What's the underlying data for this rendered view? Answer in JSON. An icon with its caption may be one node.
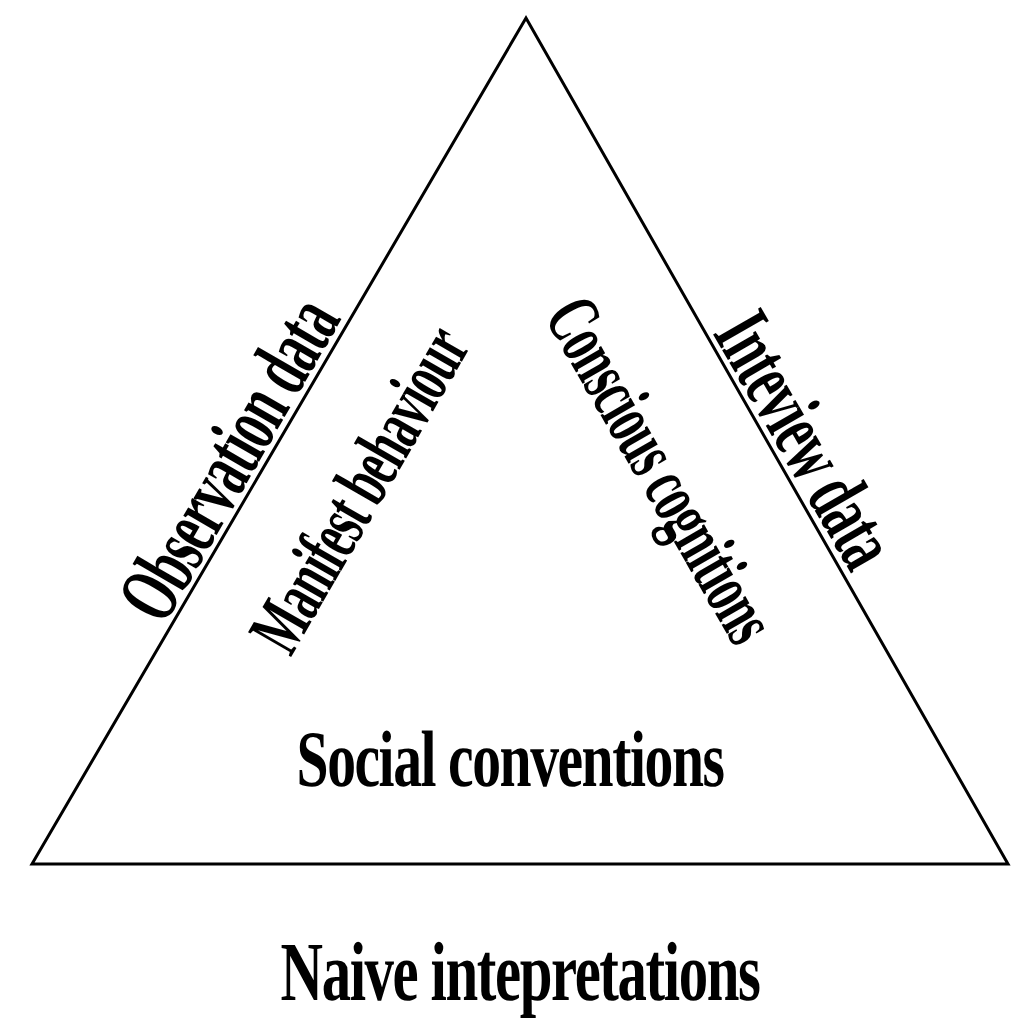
{
  "diagram": {
    "nodes": [
      {
        "text": [
          "Manifest behaviour",
          "Conscious cognitions",
          "Social conventions"
        ],
        "beside": [
          "Observation data",
          "Inteview data",
          "Naive intepretations"
        ]
      }
    ]
  }
}
